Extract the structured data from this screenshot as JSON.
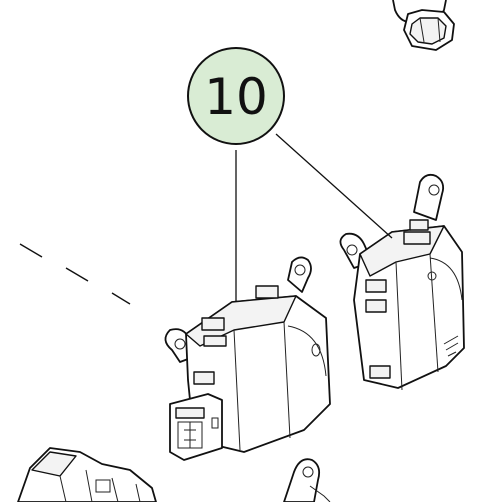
{
  "callout": {
    "label": "10",
    "fill_color": "#d9ecd4",
    "stroke_color": "#111111"
  },
  "parts": [
    {
      "name": "bolt"
    },
    {
      "name": "actuator-front"
    },
    {
      "name": "actuator-rear"
    },
    {
      "name": "actuator-bottom-partial"
    },
    {
      "name": "connector-bottom-left-partial"
    }
  ]
}
